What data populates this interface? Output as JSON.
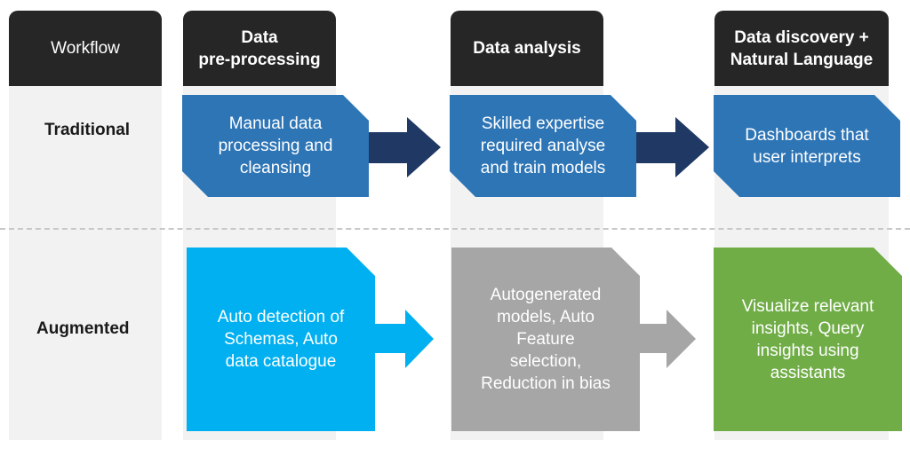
{
  "headers": {
    "workflow": "Workflow",
    "preprocessing": [
      "Data",
      "pre-processing"
    ],
    "analysis": "Data analysis",
    "discovery": [
      "Data discovery +",
      "Natural Language"
    ]
  },
  "rows": {
    "traditional": "Traditional",
    "augmented": "Augmented"
  },
  "traditional": {
    "preprocessing": [
      "Manual data",
      "processing and",
      "cleansing"
    ],
    "analysis": [
      "Skilled expertise",
      "required analyse",
      "and train models"
    ],
    "discovery": [
      "Dashboards that",
      "user interprets"
    ]
  },
  "augmented": {
    "preprocessing": [
      "Auto detection of",
      "Schemas, Auto",
      "data catalogue"
    ],
    "analysis": [
      "Autogenerated",
      "models, Auto",
      "Feature",
      "selection,",
      "Reduction in bias"
    ],
    "discovery": [
      "Visualize relevant",
      "insights, Query",
      "insights using",
      "assistants"
    ]
  },
  "colors": {
    "header": "#262626",
    "traditional": "#2e75b6",
    "trad_arrow": "#1f3864",
    "aug_preprocessing": "#00b0f0",
    "aug_analysis": "#a6a6a6",
    "aug_discovery": "#70ad47",
    "column_bg": "#f2f2f2"
  }
}
